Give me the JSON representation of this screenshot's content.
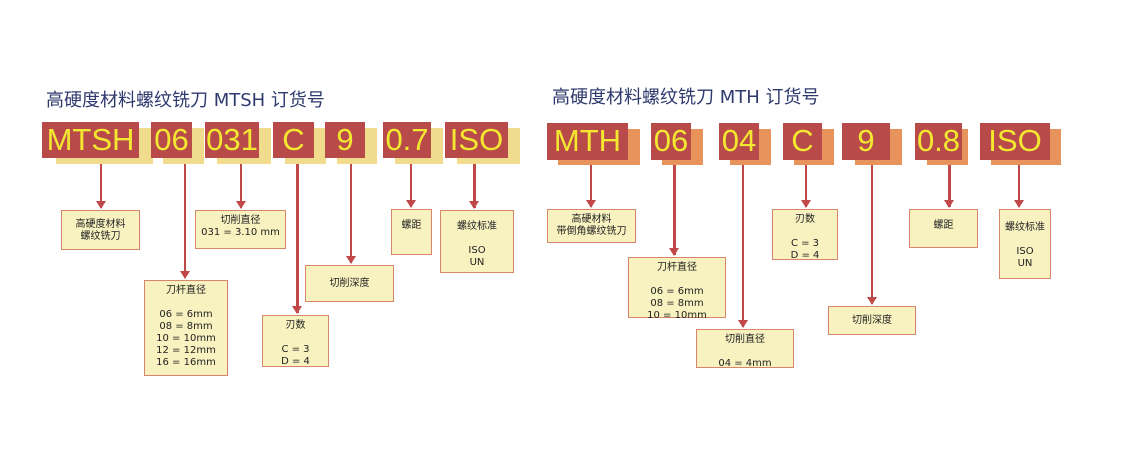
{
  "left": {
    "title": "高硬度材料螺纹铣刀 MTSH 订货号",
    "codes": [
      "MTSH",
      "06",
      "031",
      "C",
      "9",
      "0.7",
      "ISO"
    ],
    "notes": [
      "高硬度材料\n螺纹铣刀",
      "刀杆直径\n\n06 =   6mm\n08 =   8mm\n10 = 10mm\n12 = 12mm\n16 = 16mm",
      "切削直径\n031 = 3.10 mm",
      "刃数\n\nC = 3\nD = 4",
      "切削深度",
      "螺距",
      "螺纹标准\n\nISO\nUN"
    ]
  },
  "right": {
    "title": "高硬度材料螺纹铣刀 MTH 订货号",
    "codes": [
      "MTH",
      "06",
      "04",
      "C",
      "9",
      "0.8",
      "ISO"
    ],
    "notes": [
      "高硬材料\n带倒角螺纹铣刀",
      "刀杆直径\n\n06 =   6mm\n08 =   8mm\n10 = 10mm",
      "切削直径\n\n04 =   4mm",
      "刃数\n\nC = 3\nD = 4",
      "切削深度",
      "螺距",
      "螺纹标准\n\nISO\nUN"
    ]
  },
  "colors": {
    "code_bg": "#b84a4a",
    "code_text": "#f3e830",
    "note_bg": "#f8f2c0",
    "arrow": "#c04848"
  }
}
